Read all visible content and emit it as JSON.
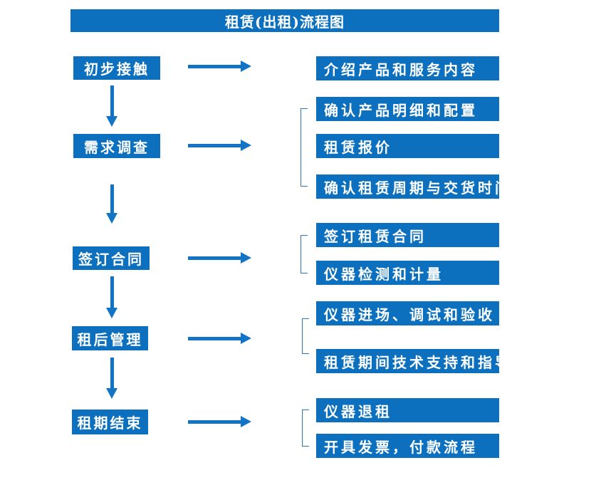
{
  "title": "租赁(出租)流程图",
  "colors": {
    "box_blue": "#0C70BE",
    "arrow_blue": "#1374C6",
    "bracket_blue": "#2E75B6",
    "text_color": "#FFFFFF",
    "background": "#FFFFFF"
  },
  "steps": [
    {
      "label": "初步接触",
      "details": [
        "介绍产品和服务内容"
      ]
    },
    {
      "label": "需求调查",
      "details": [
        "确认产品明细和配置",
        "租赁报价",
        "确认租赁周期与交货时间"
      ]
    },
    {
      "label": "签订合同",
      "details": [
        "签订租赁合同",
        "仪器检测和计量"
      ]
    },
    {
      "label": "租后管理",
      "details": [
        "仪器进场、调试和验收",
        "租赁期间技术支持和指导"
      ]
    },
    {
      "label": "租期结束",
      "details": [
        "仪器退租",
        "开具发票，付款流程"
      ]
    }
  ]
}
